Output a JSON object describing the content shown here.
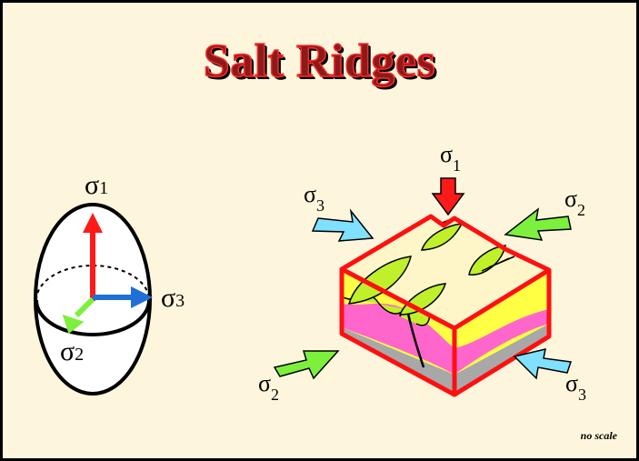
{
  "title": "Salt Ridges",
  "note": "no scale",
  "stress": {
    "symbol": "σ",
    "s1": "1",
    "s2": "2",
    "s3": "3"
  },
  "colors": {
    "background": "#fef6dc",
    "title": "#8b1a1a",
    "sigma1_arrow": "#ff1a1a",
    "sigma2_arrow": "#7cf03c",
    "sigma3_arrow": "#1f6fd6",
    "sigma3_block_arrow": "#7fe0ff",
    "salt": "#ff66cc",
    "sediment": "#ffff44",
    "ridge": "#bff02a",
    "basement": "#a8a8a8",
    "block_outline": "#ff1010"
  }
}
